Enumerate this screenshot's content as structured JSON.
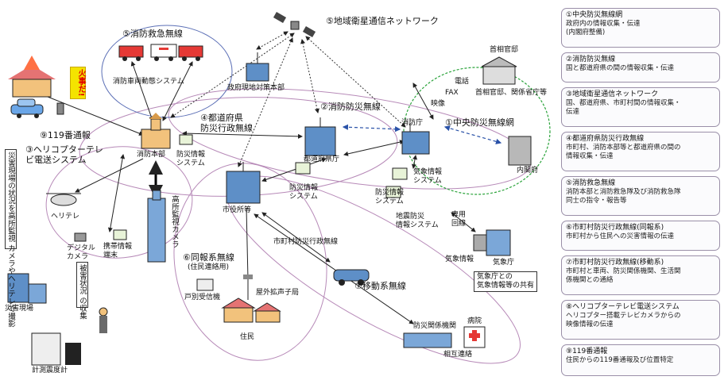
{
  "labels": {
    "fire_engine_status": "消防車両動態システム",
    "gov_hq": "政府現地対策本部",
    "fire_hq": "消防本部",
    "fire_info_system": "防災情報\nシステム",
    "prefectural_fire_admin": "④都道府県\n防災行政無線",
    "num119": "⑨119番通報",
    "heli_tv": "③ヘリコプターテレ\nビ電送システム",
    "disaster_site_camera": "災害現場の状況を高所監視\nカメラやヘリテレで撮影",
    "heli_tele": "ヘリテレ",
    "digital_camera": "デジタル\nカメラ",
    "mobile_terminal": "携帯情報\n端末",
    "collect_info": "被害状況\nの収集",
    "disaster_site": "災害現場",
    "seismometer": "計測震度計",
    "high_camera": "高所監視カメラ",
    "fire_emergency_radio": "⑤消防救急無線",
    "satellite_net": "⑤地域衛星通信ネットワーク",
    "fire_disaster_radio": "②消防防災無線",
    "prefecture_office": "都道府県庁",
    "fire_agency": "消防庁",
    "central_disaster_radio": "①中央防災無線網",
    "pm_residence": "首相官邸",
    "pm_ministries": "首相官邸、関係省庁等",
    "cabinet_office": "内閣府",
    "phone": "電話",
    "fax": "FAX",
    "video": "映像",
    "jma_info_system": "気象情報\nシステム",
    "municipal_system": "防災情報\nシステム",
    "city_hall": "市役所等",
    "ground_info": "地震防災\n情報システム",
    "dedicated_line": "専用\n回線",
    "weather_info": "気象情報",
    "jma": "気象庁",
    "jma_share": "気象庁との\n気象情報等の共有",
    "municipal_radio_label": "市町村防災行政無線",
    "broadcast_radio": "⑥同報系無線",
    "resident_broadcast": "(住民連絡用)",
    "home_receiver": "戸別受信機",
    "outdoor_speaker": "屋外拡声子局",
    "residents": "住民",
    "mobile_radio": "⑦移動系無線",
    "related_agencies": "防災関係機関",
    "hospital": "病院",
    "mutual_contact": "相互連絡",
    "fire_alert": "火事だ!"
  },
  "legend": [
    {
      "title": "①中央防災無線網",
      "desc": "政府内の情報収集・伝達\n(内閣府整備)"
    },
    {
      "title": "②消防防災無線",
      "desc": "国と都道府県の間の情報収集・伝達"
    },
    {
      "title": "③地域衛星通信ネットワーク",
      "desc": "国、都道府県、市町村間の情報収集・\n伝達"
    },
    {
      "title": "④都道府県防災行政無線",
      "desc": "市町村、消防本部等と都道府県の間の\n情報収集・伝達"
    },
    {
      "title": "⑤消防救急無線",
      "desc": "消防本部と消防救急隊及び消防救急隊\n同士の指令・報告等"
    },
    {
      "title": "⑥市町村防災行政無線(同報系)",
      "desc": "市町村から住民への災害情報の伝達"
    },
    {
      "title": "⑦市町村防災行政無線(移動系)",
      "desc": "市町村と車両、防災関係機関、生活関\n係機関との通絡"
    },
    {
      "title": "⑧ヘリコプターテレビ電送システム",
      "desc": "ヘリコプター搭載テレビカメラからの\n映像情報の伝達"
    },
    {
      "title": "⑨119番通報",
      "desc": "住民からの119番通報及び位置特定"
    }
  ],
  "colors": {
    "ellipse": "#b78ab8",
    "green_dashed": "#2aa33a",
    "blue_circle": "#5b6fb6",
    "building": "#5e8fc7",
    "arrow": "#222222"
  }
}
